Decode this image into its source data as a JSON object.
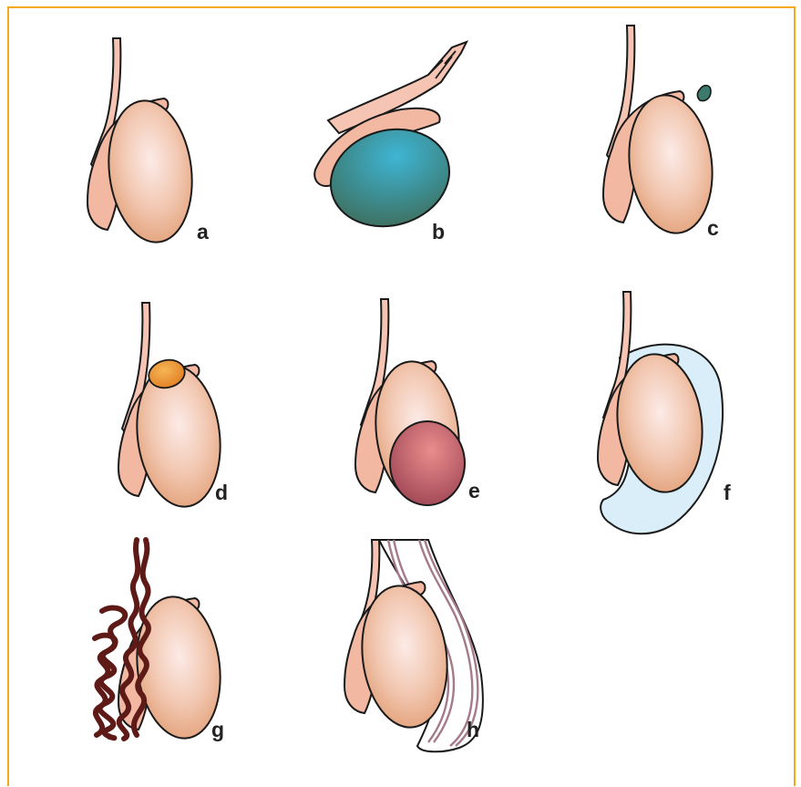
{
  "figure": {
    "border_color": "#f4a81c",
    "panels": [
      {
        "label": "a",
        "variant": "normal"
      },
      {
        "label": "b",
        "variant": "torsion"
      },
      {
        "label": "c",
        "variant": "appendix"
      },
      {
        "label": "d",
        "variant": "cyst"
      },
      {
        "label": "e",
        "variant": "tumor"
      },
      {
        "label": "f",
        "variant": "hydrocele"
      },
      {
        "label": "g",
        "variant": "varicocele"
      },
      {
        "label": "h",
        "variant": "hernia"
      }
    ]
  },
  "colors": {
    "testis_center": "#fbe6e1",
    "testis_edge": "#e7a77f",
    "epididymis": "#f2b8a2",
    "cord": "#f6c4b2",
    "outline": "#1a1a1a",
    "torsion_center": "#3eb1cf",
    "torsion_edge": "#3e7768",
    "appendix": "#3b7a6d",
    "cyst": "#ee9a35",
    "tumor_center": "#e58383",
    "tumor_edge": "#a24a55",
    "hydrocele": "#d9eef8",
    "varicocele": "#5e1a17",
    "hernia": "#ffffff",
    "hernia_vessel": "#a57b8c"
  }
}
